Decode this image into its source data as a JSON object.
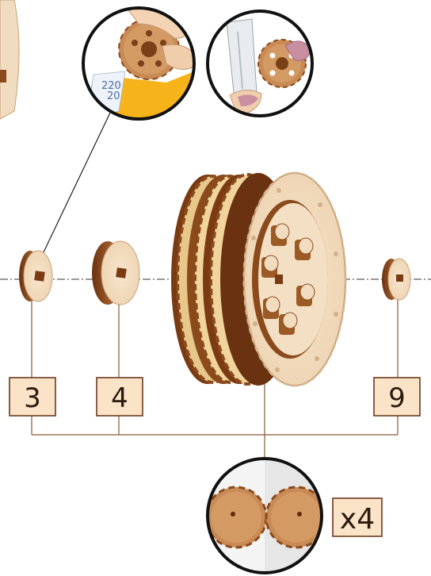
{
  "parts": [
    {
      "label": "3"
    },
    {
      "label": "4"
    },
    {
      "label": "9"
    }
  ],
  "quantity": {
    "label": "x4"
  },
  "inset_paper_text": [
    "220",
    "20"
  ],
  "colors": {
    "wood_light": "#f2dcc0",
    "wood_mid": "#d7a56c",
    "wood_dark": "#8b4a1c",
    "wood_darker": "#6b3212",
    "yellow_paper": "#f6b41a",
    "label_fill": "#fae3c6",
    "leader": "#8a5a38"
  }
}
